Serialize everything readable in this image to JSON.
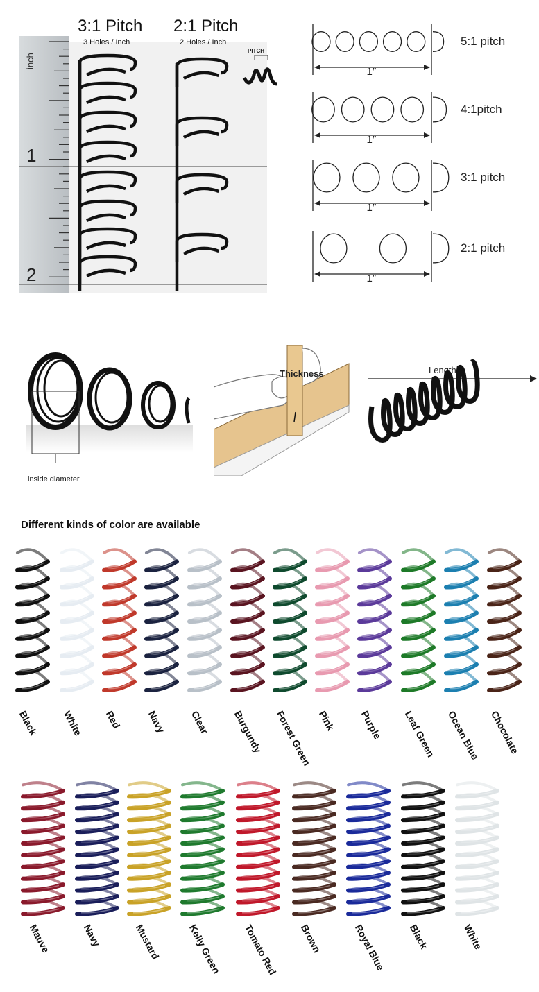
{
  "pitch_photo": {
    "ruler_unit": "inch",
    "ruler_marks": [
      "1",
      "2"
    ],
    "col1_title": "3:1 Pitch",
    "col1_sub": "3 Holes / Inch",
    "col2_title": "2:1 Pitch",
    "col2_sub": "2 Holes / Inch",
    "inset_label": "PITCH"
  },
  "pitch_diagram": {
    "rows": [
      {
        "label": "5:1 pitch",
        "holes": 5
      },
      {
        "label": "4:1pitch",
        "holes": 4
      },
      {
        "label": "3:1 pitch",
        "holes": 3
      },
      {
        "label": "2:1 pitch",
        "holes": 2
      }
    ],
    "span_label": "1″"
  },
  "measurements": {
    "inside_diameter": "inside diameter",
    "thickness": "Thickness",
    "length": "Length"
  },
  "colors_title": "Different kinds of color are available",
  "colors_row1": [
    {
      "name": "Black",
      "hex": "#111111"
    },
    {
      "name": "White",
      "hex": "#e6ecf2"
    },
    {
      "name": "Red",
      "hex": "#c0392b"
    },
    {
      "name": "Navy",
      "hex": "#1b2340"
    },
    {
      "name": "Clear",
      "hex": "#b8c0c8"
    },
    {
      "name": "Burgundy",
      "hex": "#5a1420"
    },
    {
      "name": "Forest Green",
      "hex": "#0f4a2e"
    },
    {
      "name": "Pink",
      "hex": "#e89ab0"
    },
    {
      "name": "Purple",
      "hex": "#5b3a9a"
    },
    {
      "name": "Leaf Green",
      "hex": "#1e7a28"
    },
    {
      "name": "Ocean Blue",
      "hex": "#1c7fb0"
    },
    {
      "name": "Chocolate",
      "hex": "#4a2418"
    }
  ],
  "colors_row2": [
    {
      "name": "Mauve",
      "hex": "#8a1a2c"
    },
    {
      "name": "Navy",
      "hex": "#1a1e5a"
    },
    {
      "name": "Mustard",
      "hex": "#c9a227"
    },
    {
      "name": "Kelly Green",
      "hex": "#1f7a2e"
    },
    {
      "name": "Tomato Red",
      "hex": "#c0182a"
    },
    {
      "name": "Brown",
      "hex": "#4a2a22"
    },
    {
      "name": "Royal Blue",
      "hex": "#1a2a9a"
    },
    {
      "name": "Black",
      "hex": "#111111"
    },
    {
      "name": "White",
      "hex": "#dfe4e6"
    }
  ]
}
